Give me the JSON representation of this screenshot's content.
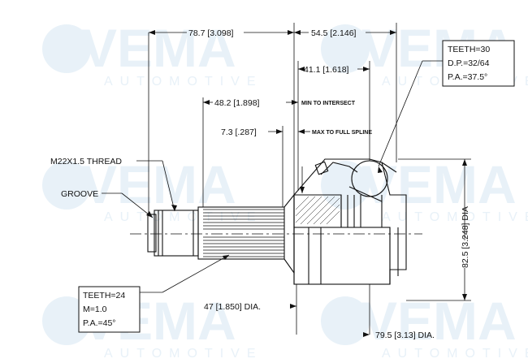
{
  "watermark": {
    "brand": "VEMA",
    "sub": "AUTOMOTIVE"
  },
  "dimensions": {
    "overall_outer": "78.7 [3.098]",
    "outer_to_center": "54.5 [2.146]",
    "center_offset": "41.1 [1.618]",
    "min_to_intersect": "48.2 [1.898]",
    "min_to_intersect_label": "MIN TO INTERSECT",
    "max_to_full_spline": "7.3 [.287]",
    "max_to_full_spline_label": "MAX TO FULL SPLINE",
    "thread": "M22X1.5 THREAD",
    "groove": "GROOVE",
    "stem_dia": "47 [1.850] DIA.",
    "housing_dia": "79.5 [3.13] DIA.",
    "abs_dia": "82.5 [3.248] DIA"
  },
  "outer_spline": {
    "teeth": "TEETH=24",
    "module": "M=1.0",
    "pressure_angle": "P.A.=45°"
  },
  "inner_spline": {
    "teeth": "TEETH=30",
    "diametral_pitch": "D.P.=32/64",
    "pressure_angle": "P.A.=37.5°"
  }
}
